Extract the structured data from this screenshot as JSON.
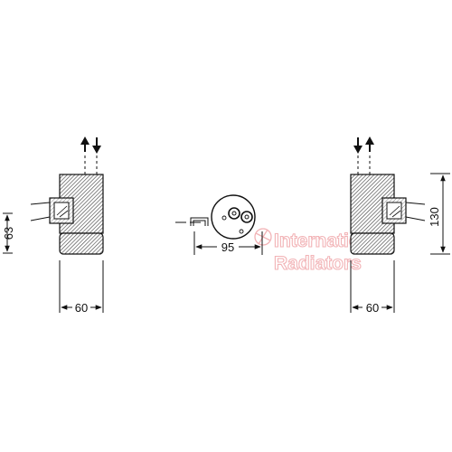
{
  "drawing": {
    "left_view": {
      "height_label": "63",
      "width_label": "60"
    },
    "top_view": {
      "diameter_label": "95"
    },
    "right_view": {
      "height_label": "130",
      "width_label": "60"
    }
  },
  "watermark": {
    "line1": "International",
    "line2": "Radiators"
  },
  "colors": {
    "line": "#111111",
    "watermark": "#f2b3b6",
    "background": "#ffffff"
  }
}
